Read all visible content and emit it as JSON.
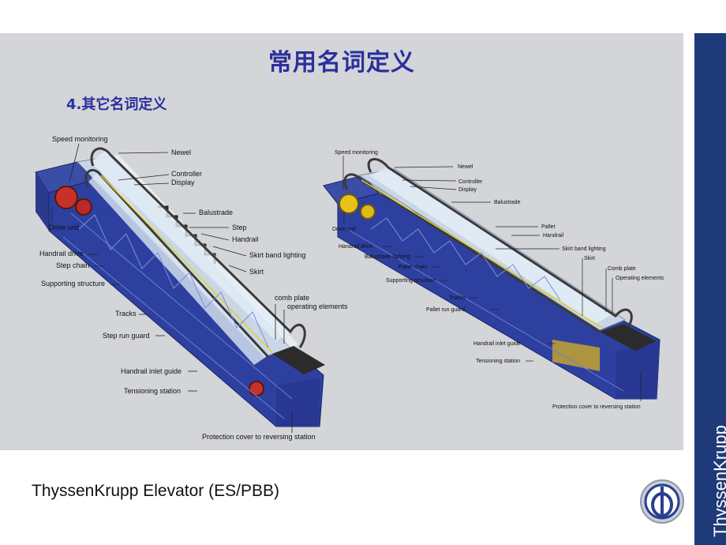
{
  "slide": {
    "title": "常用名词定义",
    "subtitle": "4.其它名词定义",
    "footer": "ThyssenKrupp Elevator (ES/PBB)",
    "side_brand": "ThyssenKrupp"
  },
  "left_diagram": {
    "labels": [
      "Speed monitoring",
      "Newel",
      "Controller",
      "Display",
      "Balustrade",
      "Step",
      "Handrail",
      "Skirt band lighting",
      "Skirt",
      "comb plate",
      "operating elements",
      "Drive unit",
      "Handrail drive",
      "Step chain",
      "Supporting structure",
      "Tracks",
      "Step run guard",
      "Handrail inlet guide",
      "Tensioning station",
      "Protection cover to reversing station"
    ]
  },
  "right_diagram": {
    "labels": [
      "Speed monitoring",
      "Newel",
      "Controller",
      "Display",
      "Balustrade",
      "Pallet",
      "Handrail",
      "Skirt band lighting",
      "Skirt",
      "Comb plate",
      "Operating elements",
      "Drive unit",
      "Handrail drive",
      "Balustrade lighting",
      "Pallet chain",
      "Supporting structure",
      "Tracks",
      "Pallet run guard",
      "Handrail inlet guide",
      "Tensioning station",
      "Protection cover to reversing station"
    ]
  },
  "colors": {
    "title": "#2b2f9c",
    "brand_bar": "#1f3a78",
    "slide_bg": "#d3d5d9",
    "truss": "#2a3f9a"
  }
}
